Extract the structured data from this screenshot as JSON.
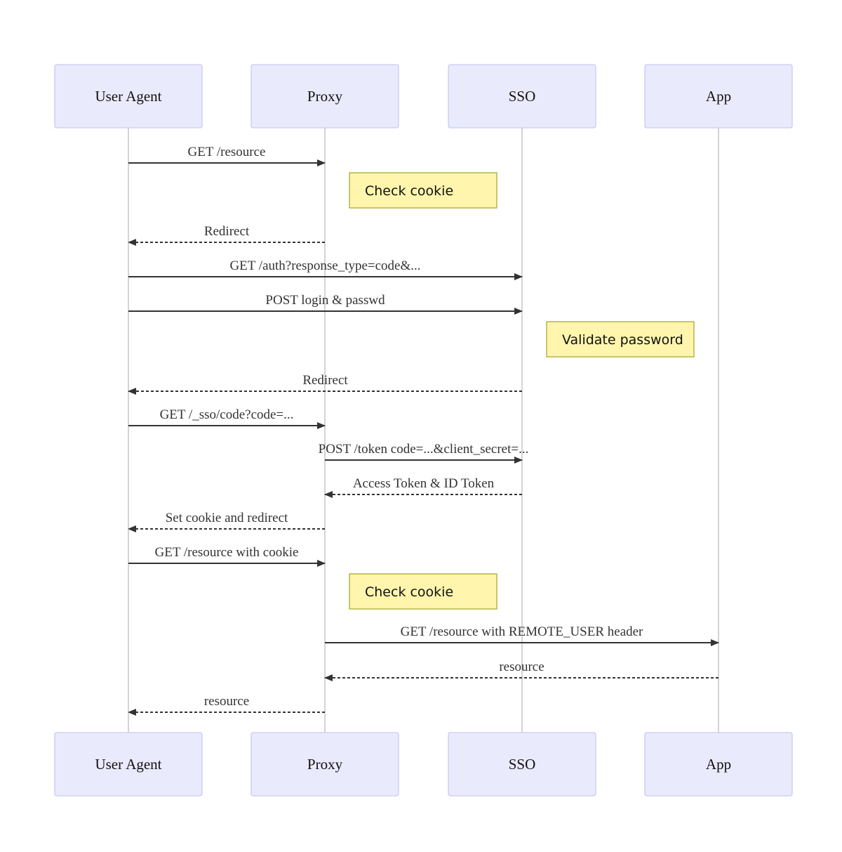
{
  "participants": [
    {
      "id": "ua",
      "label": "User Agent"
    },
    {
      "id": "proxy",
      "label": "Proxy"
    },
    {
      "id": "sso",
      "label": "SSO"
    },
    {
      "id": "app",
      "label": "App"
    }
  ],
  "steps": [
    {
      "kind": "message",
      "from": "ua",
      "to": "proxy",
      "style": "solid",
      "label": "GET /resource"
    },
    {
      "kind": "note",
      "over": "proxy",
      "label": "Check cookie"
    },
    {
      "kind": "message",
      "from": "proxy",
      "to": "ua",
      "style": "dashed",
      "label": "Redirect"
    },
    {
      "kind": "message",
      "from": "ua",
      "to": "sso",
      "style": "solid",
      "label": "GET /auth?response_type=code&..."
    },
    {
      "kind": "message",
      "from": "ua",
      "to": "sso",
      "style": "solid",
      "label": "POST login & passwd"
    },
    {
      "kind": "note",
      "over": "sso",
      "label": "Validate password"
    },
    {
      "kind": "message",
      "from": "sso",
      "to": "ua",
      "style": "dashed",
      "label": "Redirect"
    },
    {
      "kind": "message",
      "from": "ua",
      "to": "proxy",
      "style": "solid",
      "label": "GET /_sso/code?code=..."
    },
    {
      "kind": "message",
      "from": "proxy",
      "to": "sso",
      "style": "solid",
      "label": "POST /token code=...&client_secret=..."
    },
    {
      "kind": "message",
      "from": "sso",
      "to": "proxy",
      "style": "dashed",
      "label": "Access Token & ID Token"
    },
    {
      "kind": "message",
      "from": "proxy",
      "to": "ua",
      "style": "dashed",
      "label": "Set cookie and redirect"
    },
    {
      "kind": "message",
      "from": "ua",
      "to": "proxy",
      "style": "solid",
      "label": "GET /resource with cookie"
    },
    {
      "kind": "note",
      "over": "proxy",
      "label": "Check cookie"
    },
    {
      "kind": "message",
      "from": "proxy",
      "to": "app",
      "style": "solid",
      "label": "GET /resource with REMOTE_USER header"
    },
    {
      "kind": "message",
      "from": "app",
      "to": "proxy",
      "style": "dashed",
      "label": "resource"
    },
    {
      "kind": "message",
      "from": "proxy",
      "to": "ua",
      "style": "dashed",
      "label": "resource"
    }
  ]
}
